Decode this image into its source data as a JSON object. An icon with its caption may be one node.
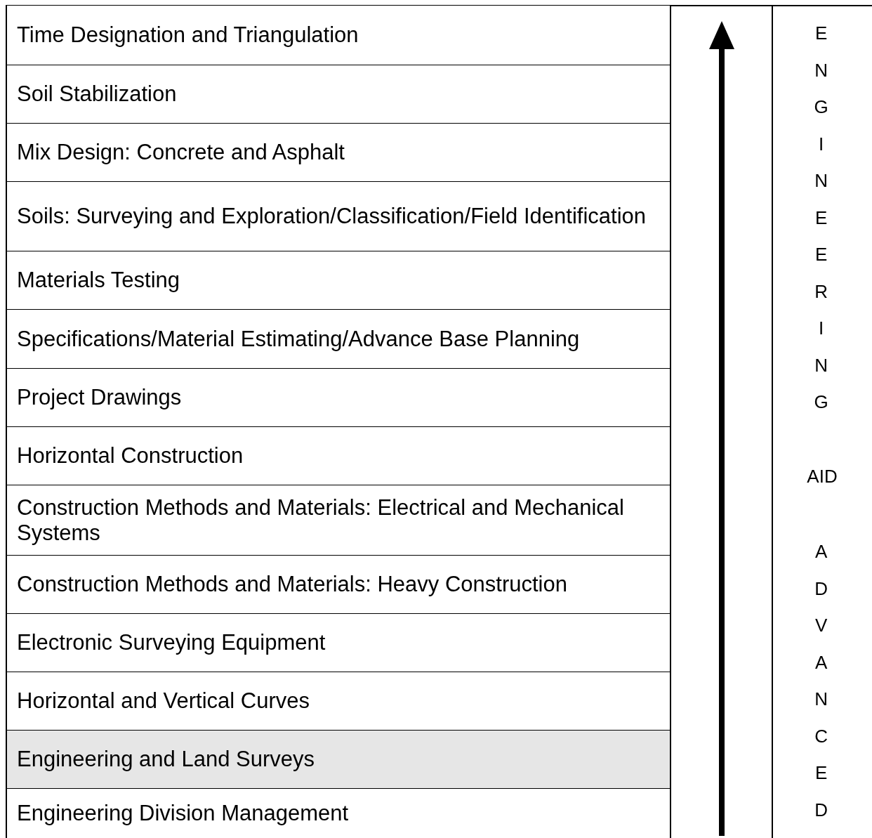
{
  "diagram": {
    "nodes": [
      {
        "text": [
          "Time Designation and Triangulation"
        ]
      },
      {
        "text": [
          "Soil Stabilization"
        ]
      },
      {
        "text": [
          "Mix Design: Concrete and Asphalt"
        ]
      },
      {
        "text": [
          "Soils: Surveying and Exploration/Classification/Field Identification"
        ]
      },
      {
        "text": [
          "Materials Testing"
        ]
      },
      {
        "text": [
          "Specifications/Material Estimating/Advance Base Planning"
        ]
      },
      {
        "text": [
          "Project Drawings"
        ]
      },
      {
        "text": [
          "Horizontal Construction"
        ]
      },
      {
        "text": [
          "Construction Methods and Materials: Electrical and Mechanical Systems"
        ]
      },
      {
        "text": [
          "Construction Methods and Materials: Heavy Construction"
        ]
      },
      {
        "text": [
          "Electronic Surveying Equipment"
        ]
      },
      {
        "text": [
          "Horizontal and Vertical Curves"
        ]
      },
      {
        "text": [
          "Engineering and Land Surveys"
        ]
      },
      {
        "text": [
          "Engineering Division Management"
        ]
      }
    ],
    "labels": [
      "ENGINEERING",
      "AID",
      "ADVANCED"
    ]
  }
}
